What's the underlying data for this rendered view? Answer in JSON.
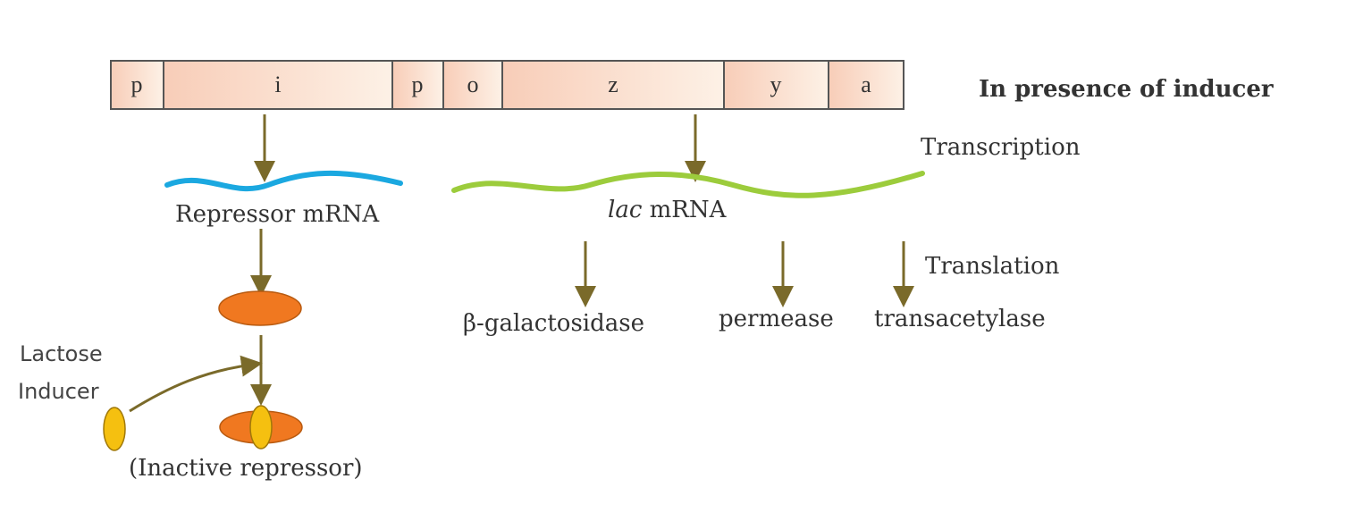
{
  "title": "In presence of inducer",
  "genes": [
    "p",
    "i",
    "p",
    "o",
    "z",
    "y",
    "a"
  ],
  "labels": {
    "transcription": "Transcription",
    "translation": "Translation",
    "repressor_mrna": "Repressor mRNA",
    "lac_italic": "lac",
    "lac_mrna_rest": " mRNA",
    "lactose": "Lactose",
    "inducer": "Inducer",
    "inactive_repressor": "(Inactive repressor)"
  },
  "proteins": [
    "β-galactosidase",
    "permease",
    "transacetylase"
  ],
  "colors": {
    "gene_fill": "#f9d9c8",
    "repressor_mrna": "#1ba8e0",
    "lac_mrna": "#9ccc3c",
    "repressor": "#f07820",
    "inducer": "#f5c010",
    "arrow": "#7a6a2a"
  }
}
